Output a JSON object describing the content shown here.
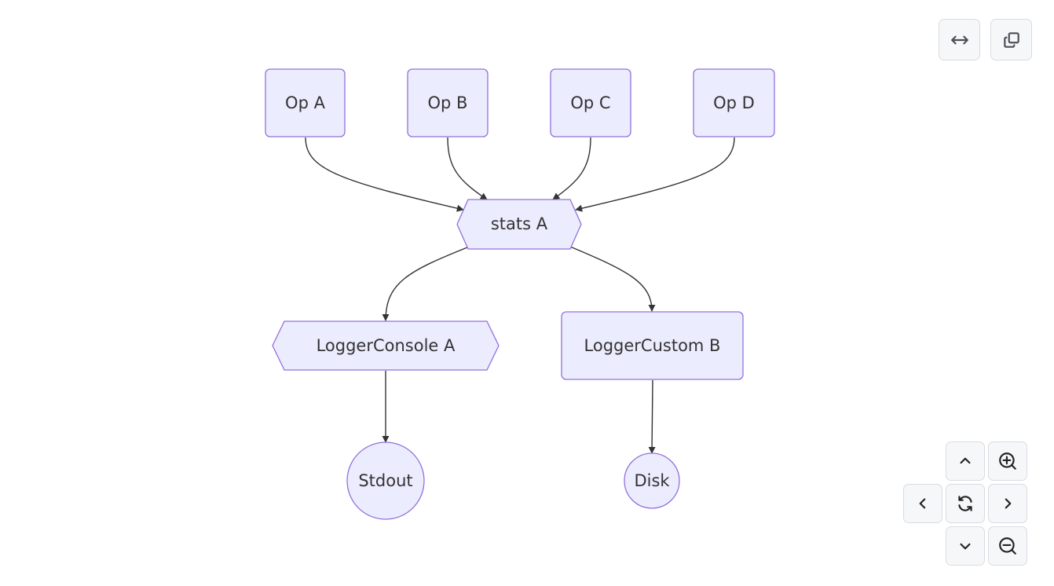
{
  "diagram": {
    "type": "flowchart",
    "direction": "TB",
    "colors": {
      "node_fill": "#ECECFF",
      "node_stroke": "#9370DB",
      "edge": "#333333",
      "label": "#333333"
    },
    "nodes": [
      {
        "id": "opA",
        "label": "Op A",
        "shape": "rounded-rect"
      },
      {
        "id": "opB",
        "label": "Op B",
        "shape": "rounded-rect"
      },
      {
        "id": "opC",
        "label": "Op C",
        "shape": "rounded-rect"
      },
      {
        "id": "opD",
        "label": "Op D",
        "shape": "rounded-rect"
      },
      {
        "id": "statsA",
        "label": "stats A",
        "shape": "hexagon"
      },
      {
        "id": "loggerConsoleA",
        "label": "LoggerConsole A",
        "shape": "hexagon"
      },
      {
        "id": "loggerCustomB",
        "label": "LoggerCustom B",
        "shape": "rounded-rect"
      },
      {
        "id": "stdout",
        "label": "Stdout",
        "shape": "circle"
      },
      {
        "id": "disk",
        "label": "Disk",
        "shape": "circle"
      }
    ],
    "edges": [
      {
        "from": "opA",
        "to": "statsA"
      },
      {
        "from": "opB",
        "to": "statsA"
      },
      {
        "from": "opC",
        "to": "statsA"
      },
      {
        "from": "opD",
        "to": "statsA"
      },
      {
        "from": "statsA",
        "to": "loggerConsoleA"
      },
      {
        "from": "statsA",
        "to": "loggerCustomB"
      },
      {
        "from": "loggerConsoleA",
        "to": "stdout"
      },
      {
        "from": "loggerCustomB",
        "to": "disk"
      }
    ]
  },
  "controls": {
    "top": [
      {
        "name": "fit-width-button",
        "icon": "arrows-horizontal-icon",
        "title": "Fit width"
      },
      {
        "name": "copy-button",
        "icon": "copy-icon",
        "title": "Copy"
      }
    ],
    "nav": [
      {
        "name": "pan-up-button",
        "icon": "chevron-up-icon"
      },
      {
        "name": "zoom-in-button",
        "icon": "zoom-in-icon"
      },
      {
        "name": "pan-left-button",
        "icon": "chevron-left-icon"
      },
      {
        "name": "reset-view-button",
        "icon": "refresh-icon"
      },
      {
        "name": "pan-right-button",
        "icon": "chevron-right-icon"
      },
      {
        "name": "pan-down-button",
        "icon": "chevron-down-icon"
      },
      {
        "name": "zoom-out-button",
        "icon": "zoom-out-icon"
      }
    ]
  }
}
